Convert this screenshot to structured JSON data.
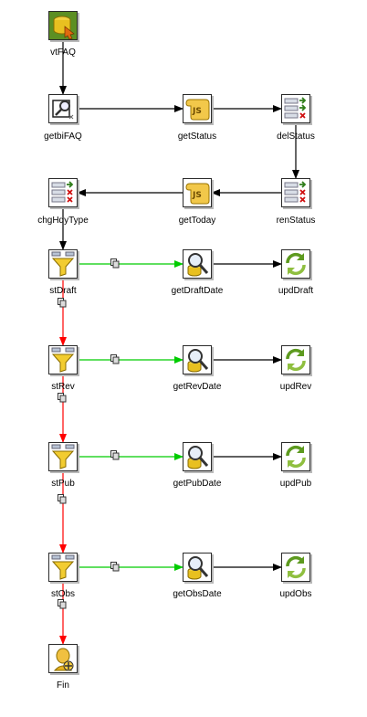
{
  "steps": {
    "vtfaq": {
      "label": "vtFAQ",
      "icon": "table-input-icon"
    },
    "getbifaq": {
      "label": "getbiFAQ",
      "icon": "database-lookup-icon"
    },
    "getstatus": {
      "label": "getStatus",
      "icon": "javascript-icon"
    },
    "delstatus": {
      "label": "delStatus",
      "icon": "select-values-icon"
    },
    "renstatus": {
      "label": "renStatus",
      "icon": "select-values-icon"
    },
    "gettoday": {
      "label": "getToday",
      "icon": "javascript-icon"
    },
    "chghdytype": {
      "label": "chgHdyType",
      "icon": "select-values-icon"
    },
    "stdraft": {
      "label": "stDraft",
      "icon": "filter-rows-icon"
    },
    "getdraftdate": {
      "label": "getDraftDate",
      "icon": "database-lookup-icon"
    },
    "upddraft": {
      "label": "updDraft",
      "icon": "update-icon"
    },
    "strev": {
      "label": "stRev",
      "icon": "filter-rows-icon"
    },
    "getrevdate": {
      "label": "getRevDate",
      "icon": "database-lookup-icon"
    },
    "updrev": {
      "label": "updRev",
      "icon": "update-icon"
    },
    "stpub": {
      "label": "stPub",
      "icon": "filter-rows-icon"
    },
    "getpubdate": {
      "label": "getPubDate",
      "icon": "database-lookup-icon"
    },
    "updpub": {
      "label": "updPub",
      "icon": "update-icon"
    },
    "stobs": {
      "label": "stObs",
      "icon": "filter-rows-icon"
    },
    "getobsdate": {
      "label": "getObsDate",
      "icon": "database-lookup-icon"
    },
    "updobs": {
      "label": "updObs",
      "icon": "update-icon"
    },
    "fin": {
      "label": "Fin",
      "icon": "abort-icon"
    }
  },
  "hops": [
    {
      "from": "vtfaq",
      "to": "getbifaq",
      "kind": "normal"
    },
    {
      "from": "getbifaq",
      "to": "getstatus",
      "kind": "normal"
    },
    {
      "from": "getstatus",
      "to": "delstatus",
      "kind": "normal"
    },
    {
      "from": "delstatus",
      "to": "renstatus",
      "kind": "normal"
    },
    {
      "from": "renstatus",
      "to": "gettoday",
      "kind": "normal"
    },
    {
      "from": "gettoday",
      "to": "chghdytype",
      "kind": "normal"
    },
    {
      "from": "chghdytype",
      "to": "stdraft",
      "kind": "normal"
    },
    {
      "from": "stdraft",
      "to": "getdraftdate",
      "kind": "true"
    },
    {
      "from": "getdraftdate",
      "to": "upddraft",
      "kind": "normal"
    },
    {
      "from": "stdraft",
      "to": "strev",
      "kind": "false"
    },
    {
      "from": "strev",
      "to": "getrevdate",
      "kind": "true"
    },
    {
      "from": "getrevdate",
      "to": "updrev",
      "kind": "normal"
    },
    {
      "from": "strev",
      "to": "stpub",
      "kind": "false"
    },
    {
      "from": "stpub",
      "to": "getpubdate",
      "kind": "true"
    },
    {
      "from": "getpubdate",
      "to": "updpub",
      "kind": "normal"
    },
    {
      "from": "stpub",
      "to": "stobs",
      "kind": "false"
    },
    {
      "from": "stobs",
      "to": "getobsdate",
      "kind": "true"
    },
    {
      "from": "getobsdate",
      "to": "updobs",
      "kind": "normal"
    },
    {
      "from": "stobs",
      "to": "fin",
      "kind": "false"
    }
  ],
  "colors": {
    "hop_normal": "#000000",
    "hop_true": "#00cc00",
    "hop_false": "#ff0000",
    "node_border": "#2b2b2b",
    "shadow": "#b9b9b9"
  }
}
